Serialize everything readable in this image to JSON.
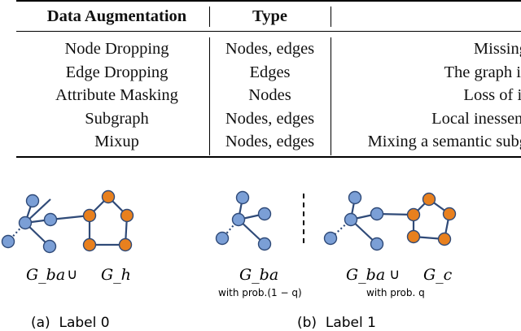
{
  "table": {
    "headers": [
      "Data Augmentation",
      "Type",
      ""
    ],
    "rows": [
      [
        "Node Dropping",
        "Nodes, edges",
        "Missing"
      ],
      [
        "Edge Dropping",
        "Edges",
        "The graph is"
      ],
      [
        "Attribute Masking",
        "Nodes",
        "Loss of ir"
      ],
      [
        "Subgraph",
        "Nodes, edges",
        "Local inessent"
      ],
      [
        "Mixup",
        "Nodes, edges",
        "Mixing a semantic subg"
      ]
    ]
  },
  "figure": {
    "colors": {
      "blue": "#7b9fd6",
      "orange": "#e8801e",
      "stroke": "#2f4a78"
    },
    "panel_a": {
      "left_graph": "G_ba",
      "union_symbol": "∪",
      "right_graph": "G_h",
      "caption": "(a)  Label 0"
    },
    "panel_b": {
      "graph1": "G_ba",
      "note1": "with prob.(1 − q)",
      "graph2": "G_ba",
      "union_symbol": "∪",
      "graph3": "G_c",
      "note2": "with prob. q",
      "caption": "(b)  Label 1"
    }
  }
}
